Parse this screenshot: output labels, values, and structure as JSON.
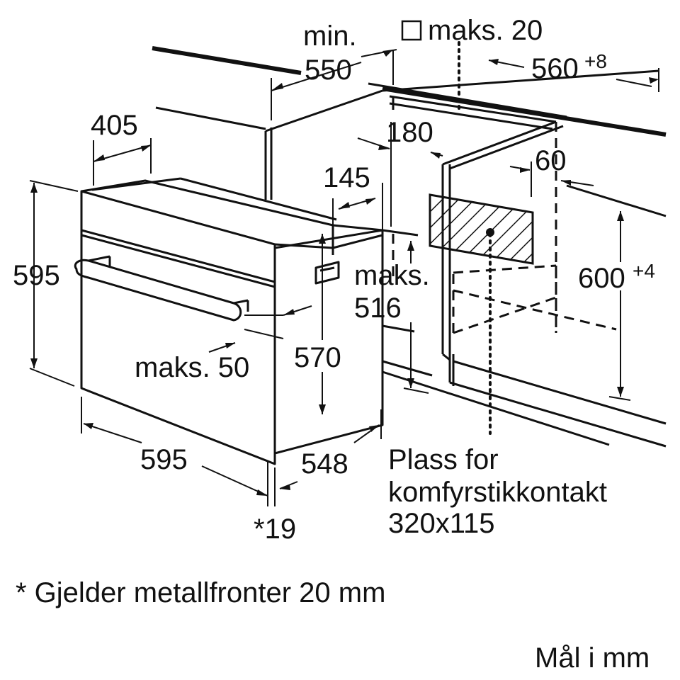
{
  "labels": {
    "min": "min.",
    "d550": "550",
    "maks20": "maks. 20",
    "d560": "560",
    "d560_sup": "+8",
    "d405": "405",
    "d180": "180",
    "d145": "145",
    "d60": "60",
    "d595_h": "595",
    "maks_top": "maks.",
    "d516": "516",
    "d600": "600",
    "d600_sup": "+4",
    "maks50": "maks. 50",
    "d570": "570",
    "d595_w": "595",
    "d548": "548",
    "note19": "*19",
    "plass_line1": "Plass for",
    "plass_line2": "komfyrstikkontakt",
    "plass_line3": "320x115"
  },
  "footnote": "* Gjelder metallfronter 20 mm",
  "units_note": "Mål i mm",
  "colors": {
    "ink": "#111111",
    "background": "#ffffff"
  },
  "icons": {
    "square": "small-square-symbol"
  }
}
